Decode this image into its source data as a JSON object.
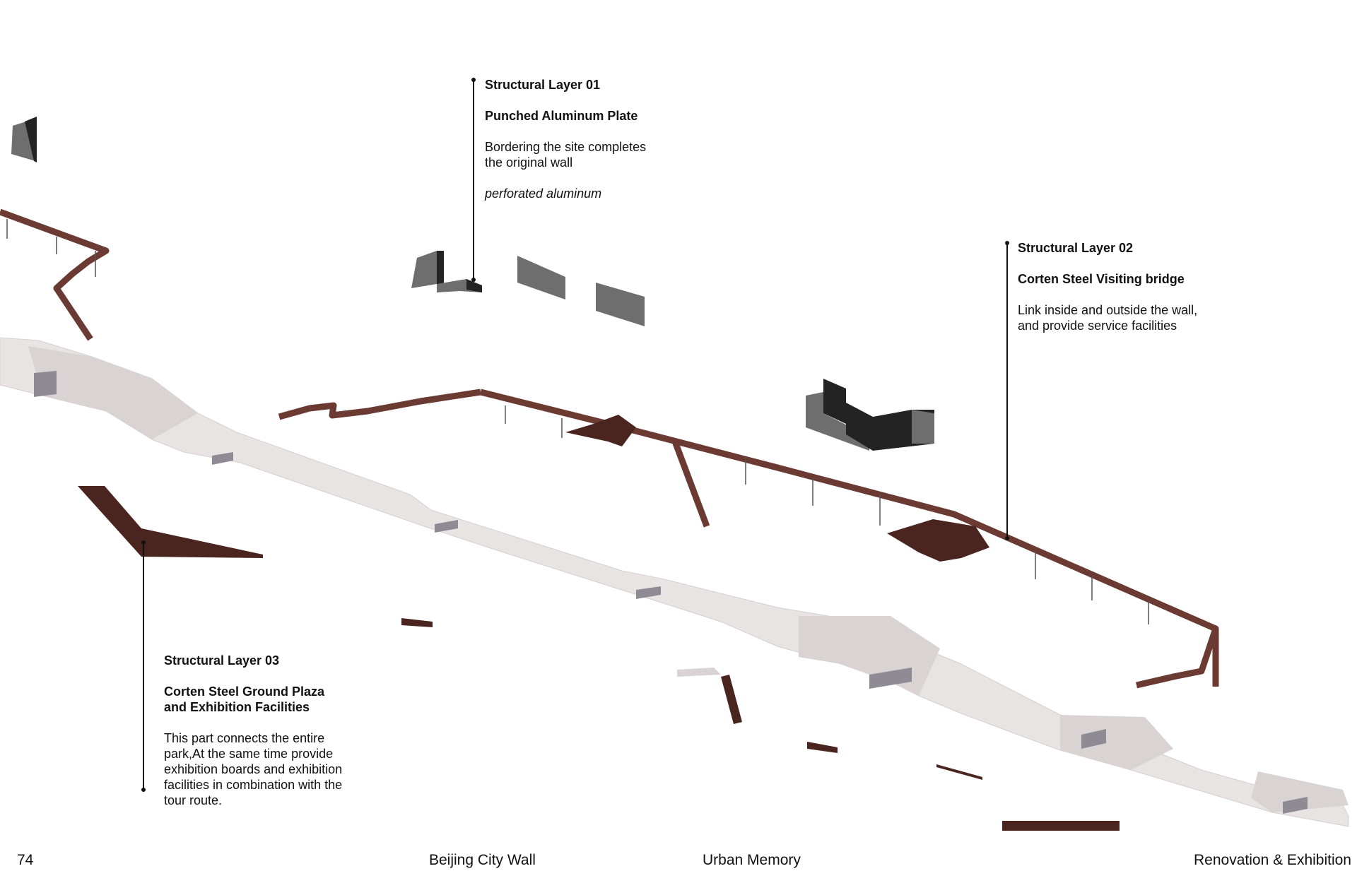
{
  "colors": {
    "corten": "#6b3a32",
    "corten_dark": "#4a2520",
    "aluminum": "#6e6e6e",
    "aluminum_dark": "#232323",
    "wall_top": "#e8e4e4",
    "wall_side": "#d9d3d3",
    "wall_shadow": "#8f8b94",
    "leader": "#111111"
  },
  "callouts": [
    {
      "title": "Structural Layer  01",
      "name": "Punched Aluminum Plate",
      "description": "Bordering the site completes\nthe original wall",
      "material": "perforated aluminum"
    },
    {
      "title": "Structural Layer  02",
      "name": "Corten Steel Visiting bridge",
      "description": "Link inside and outside the wall,\nand provide service facilities"
    },
    {
      "title": "Structural Layer  03",
      "name": "Corten Steel Ground Plaza\nand Exhibition Facilities",
      "description": "This part connects the entire\npark,At the same time provide\nexhibition boards and exhibition\nfacilities in combination with the\ntour route."
    }
  ],
  "footer": {
    "page_number": "74",
    "project": "Beijing City Wall",
    "theme": "Urban Memory",
    "section": "Renovation & Exhibition"
  }
}
